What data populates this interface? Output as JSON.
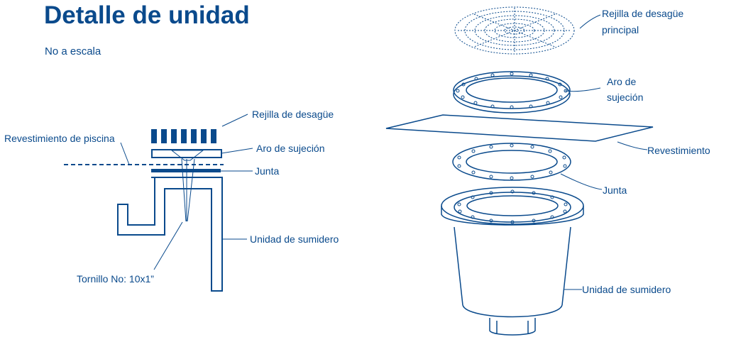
{
  "header": {
    "title": "Detalle de unidad",
    "subtitle": "No a escala"
  },
  "left_diagram": {
    "labels": {
      "grate": "Rejilla de desagüe",
      "liner": "Revestimiento de piscina",
      "ring": "Aro de sujeción",
      "gasket": "Junta",
      "sump": "Unidad de sumidero",
      "screw": "Tornillo No: 10x1”"
    }
  },
  "right_diagram": {
    "labels": {
      "grate_line1": "Rejilla de desagüe",
      "grate_line2": "principal",
      "ring_line1": "Aro de",
      "ring_line2": "sujeción",
      "liner": "Revestimiento",
      "gasket": "Junta",
      "sump": "Unidad de sumidero"
    }
  },
  "colors": {
    "primary": "#0a4a8c",
    "background": "#ffffff"
  }
}
